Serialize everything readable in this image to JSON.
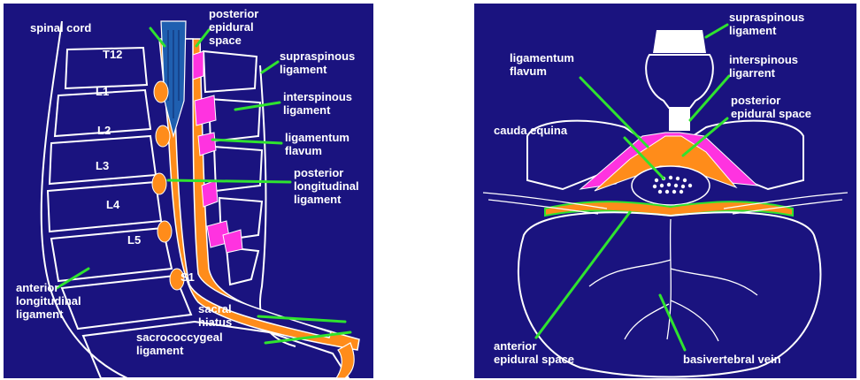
{
  "colors": {
    "background": "#1a137f",
    "leader_line": "#2fe32f",
    "ligamentum_flavum": "#ff33e0",
    "epidural_fat": "#ff8c1a",
    "spinal_cord": "#1f5fb0",
    "outline": "#ffffff"
  },
  "left_diagram": {
    "vertebrae": [
      "T12",
      "L1",
      "L2",
      "L3",
      "L4",
      "L5",
      "S1"
    ],
    "labels": {
      "spinal_cord": "spinal cord",
      "posterior_epidural_space": [
        "posterior",
        "epidural",
        "space"
      ],
      "supraspinous_ligament": [
        "supraspinous",
        "ligament"
      ],
      "interspinous_ligament": [
        "interspinous",
        "ligament"
      ],
      "ligamentum_flavum": [
        "ligamentum",
        "flavum"
      ],
      "posterior_longitudinal_ligament": [
        "posterior",
        "longitudinal",
        "ligament"
      ],
      "anterior_longitudinal_ligament": [
        "anterior",
        "longitudinal",
        "ligament"
      ],
      "sacral_hiatus": [
        "sacral",
        "hiatus"
      ],
      "sacrococcygeal_ligament": [
        "sacrococcygeal",
        "ligament"
      ]
    }
  },
  "right_diagram": {
    "labels": {
      "supraspinous_ligament": [
        "supraspinous",
        "ligament"
      ],
      "interspinous_ligament": [
        "interspinous",
        "ligarrent"
      ],
      "ligamentum_flavum": [
        "ligamentum",
        "flavum"
      ],
      "posterior_epidural_space": [
        "posterior",
        "epidural space"
      ],
      "cauda_equina": "cauda equina",
      "anterior_epidural_space": [
        "anterior",
        "epidural space"
      ],
      "basivertebral_vein": "basivertebral vein"
    }
  }
}
